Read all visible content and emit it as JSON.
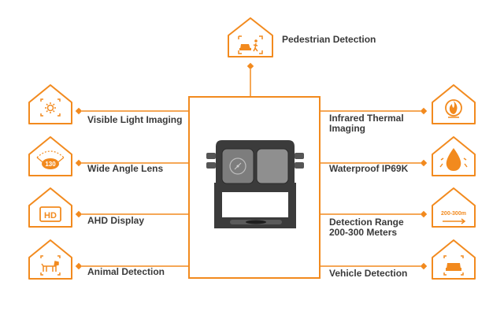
{
  "colors": {
    "accent": "#f28a1e",
    "text": "#3a3a3a",
    "camera_body": "#3b3b3b"
  },
  "top_feature": {
    "label": "Pedestrian Detection",
    "icon": "pedestrian-car-icon"
  },
  "left_features": [
    {
      "label": "Visible Light Imaging",
      "icon": "sun-focus-icon"
    },
    {
      "label": "Wide Angle Lens",
      "icon": "130-angle-icon",
      "icon_text": "130"
    },
    {
      "label": "AHD Display",
      "icon": "hd-icon",
      "icon_text": "HD"
    },
    {
      "label": "Animal Detection",
      "icon": "dog-icon"
    }
  ],
  "right_features": [
    {
      "label_line1": "Infrared Thermal",
      "label_line2": "Imaging",
      "icon": "flame-icon"
    },
    {
      "label_line1": "Waterproof IP69K",
      "label_line2": "",
      "icon": "water-drop-icon"
    },
    {
      "label_line1": "Detection Range",
      "label_line2": "200-300 Meters",
      "icon": "range-icon",
      "icon_text": "200-300m"
    },
    {
      "label_line1": "Vehicle Detection",
      "label_line2": "",
      "icon": "car-focus-icon"
    }
  ]
}
